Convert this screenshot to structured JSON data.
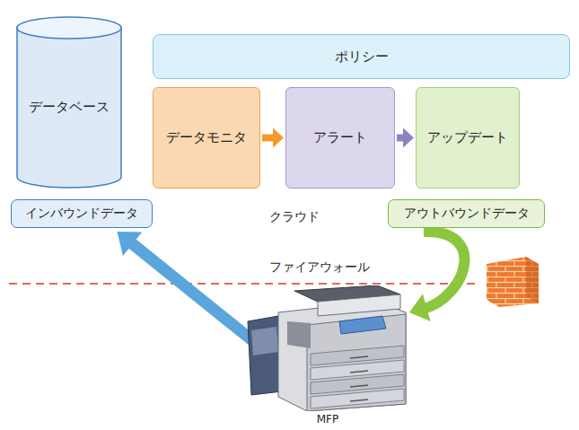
{
  "diagram": {
    "nodes": [
      {
        "text": [
          "クラウド"
        ]
      },
      {
        "text": [
          "データベース"
        ],
        "in": 0
      },
      {
        "text": [
          "ポリシー"
        ],
        "in": 0
      },
      {
        "text": [
          "データモニタ"
        ],
        "in": 0
      },
      {
        "text": [
          "アラート"
        ],
        "in": 0
      },
      {
        "text": [
          "アップデート"
        ],
        "in": 0
      },
      {
        "text": [
          "インバウンドデータ"
        ],
        "in": 0
      },
      {
        "text": [
          "アウトバウンドデータ"
        ],
        "in": 0
      },
      {
        "text": [
          "MFP"
        ]
      }
    ],
    "edges": [
      {
        "from": 3,
        "to": 4,
        "arrow": "to"
      },
      {
        "from": 4,
        "to": 5,
        "arrow": "to"
      },
      {
        "from": 8,
        "to": 6,
        "arrow": "to"
      },
      {
        "from": 7,
        "to": 8,
        "arrow": "to"
      }
    ],
    "labels": [
      "ファイアウォール"
    ]
  }
}
